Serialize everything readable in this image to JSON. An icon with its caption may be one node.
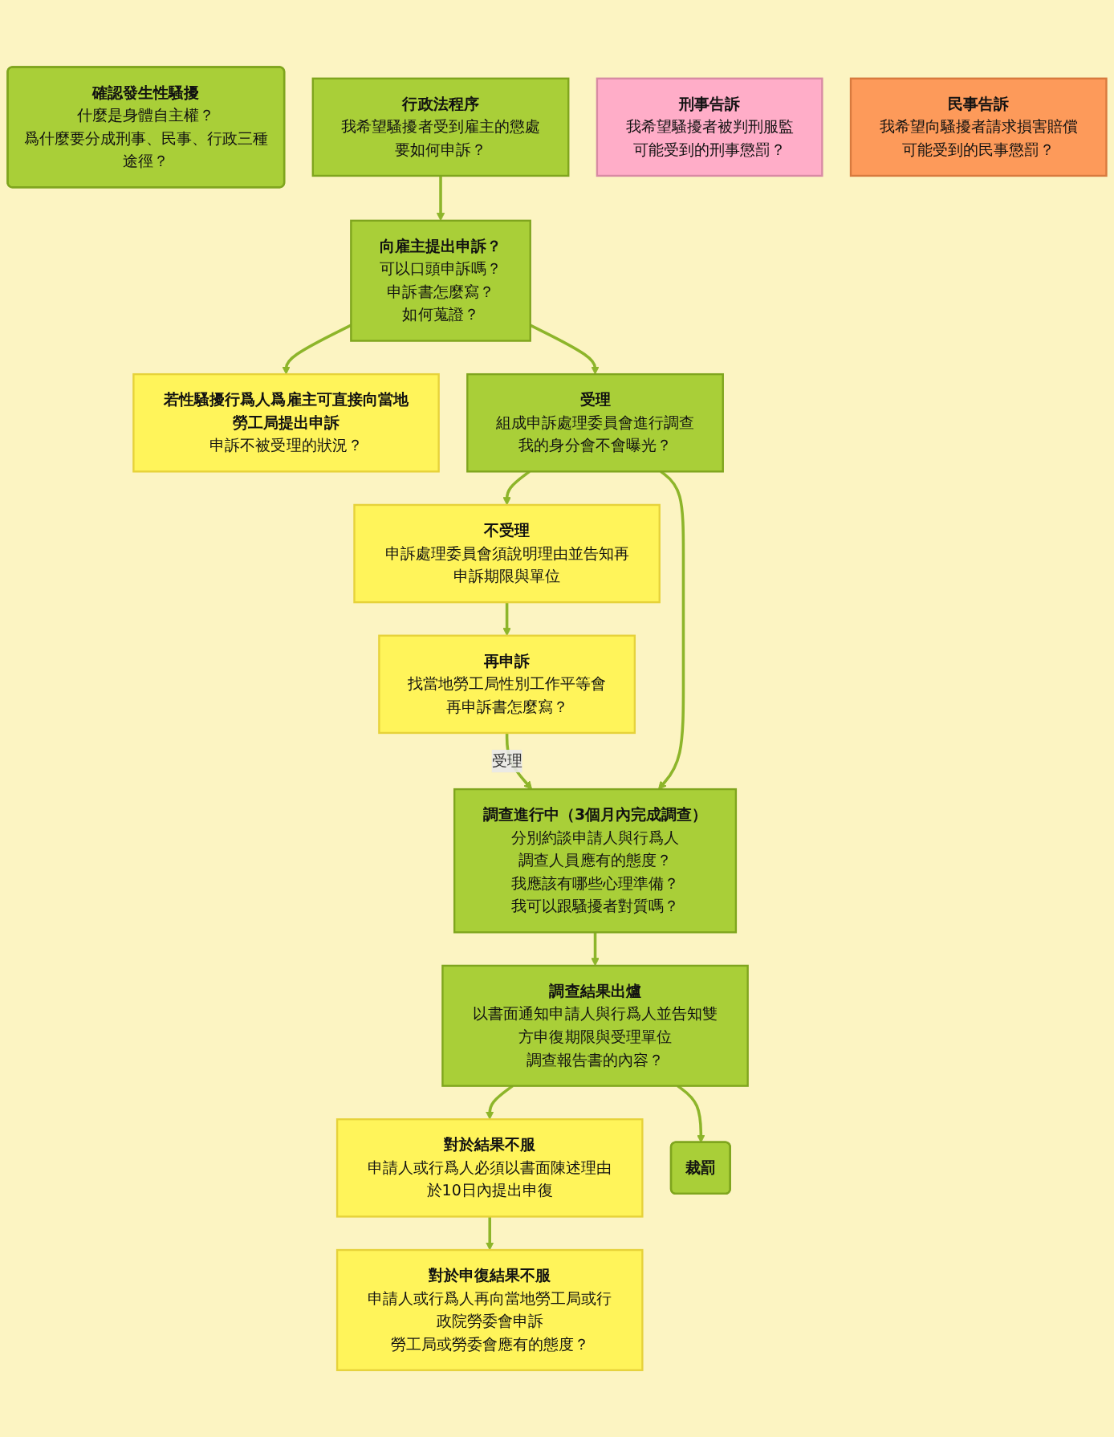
{
  "diagram": {
    "nodes": [
      {
        "text": [
          "確認發生性騷擾",
          "什麼是身體自主權？",
          "爲什麼要分成刑事、民事、行政三種途徑？"
        ]
      },
      {
        "text": [
          "行政法程序",
          "我希望騷擾者受到雇主的懲處",
          "要如何申訴？"
        ]
      },
      {
        "text": [
          "刑事告訴",
          "我希望騷擾者被判刑服監",
          "可能受到的刑事懲罰？"
        ]
      },
      {
        "text": [
          "民事告訴",
          "我希望向騷擾者請求損害賠償",
          "可能受到的民事懲罰？"
        ]
      },
      {
        "text": [
          "向雇主提出申訴？",
          "可以口頭申訴嗎？",
          "申訴書怎麼寫？",
          "如何蒐證？"
        ]
      },
      {
        "text": [
          "若性騷擾行爲人爲雇主可直接向當地勞工局提出申訴",
          "申訴不被受理的狀況？"
        ]
      },
      {
        "text": [
          "受理",
          "組成申訴處理委員會進行調查",
          "我的身分會不會曝光？"
        ]
      },
      {
        "text": [
          "不受理",
          "申訴處理委員會須說明理由並告知再申訴期限與單位"
        ]
      },
      {
        "text": [
          "再申訴",
          "找當地勞工局性別工作平等會",
          "再申訴書怎麼寫？"
        ]
      },
      {
        "text": [
          "調查進行中（3個月內完成調查）",
          "分別約談申請人與行爲人",
          "調查人員應有的態度？",
          "我應該有哪些心理準備？",
          "我可以跟騷擾者對質嗎？"
        ]
      },
      {
        "text": [
          "調查結果出爐",
          "以書面通知申請人與行爲人並告知雙方申復期限與受理單位",
          "調查報告書的內容？"
        ]
      },
      {
        "text": [
          "對於結果不服",
          "申請人或行爲人必須以書面陳述理由於10日內提出申復"
        ]
      },
      {
        "text": [
          "對於申復結果不服",
          "申請人或行爲人再向當地勞工局或行政院勞委會申訴",
          "勞工局或勞委會應有的態度？"
        ]
      },
      {
        "text": [
          "裁罰"
        ]
      }
    ],
    "edges": [
      {
        "from": 1,
        "to": 4,
        "arrow": "to"
      },
      {
        "from": 4,
        "to": 5,
        "arrow": "to"
      },
      {
        "from": 4,
        "to": 6,
        "arrow": "to"
      },
      {
        "from": 6,
        "to": 7,
        "arrow": "to"
      },
      {
        "from": 7,
        "to": 8,
        "arrow": "to"
      },
      {
        "from": 8,
        "to": 9,
        "label": "受理",
        "arrow": "to"
      },
      {
        "from": 6,
        "to": 9,
        "arrow": "to"
      },
      {
        "from": 9,
        "to": 10,
        "arrow": "to"
      },
      {
        "from": 10,
        "to": 11,
        "arrow": "to"
      },
      {
        "from": 11,
        "to": 12,
        "arrow": "to"
      },
      {
        "from": 10,
        "to": 13,
        "arrow": "to"
      }
    ]
  }
}
